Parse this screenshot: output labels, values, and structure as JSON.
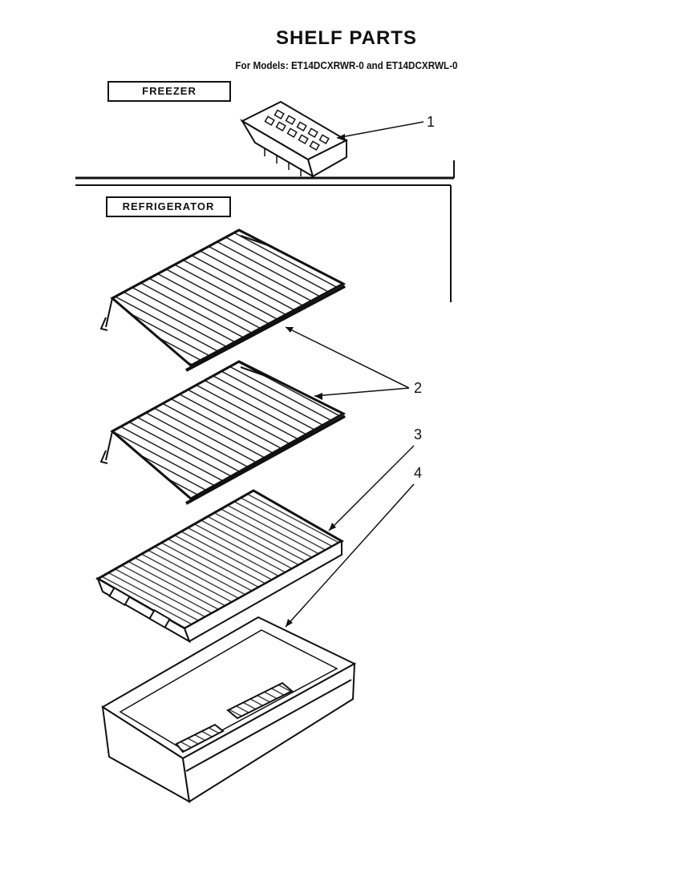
{
  "header": {
    "title": "SHELF PARTS",
    "subtitle": "For Models: ET14DCXRWR-0 and ET14DCXRWL-0"
  },
  "sections": {
    "freezer": "FREEZER",
    "refrigerator": "REFRIGERATOR"
  },
  "callouts": {
    "c1": "1",
    "c2": "2",
    "c3": "3",
    "c4": "4"
  }
}
